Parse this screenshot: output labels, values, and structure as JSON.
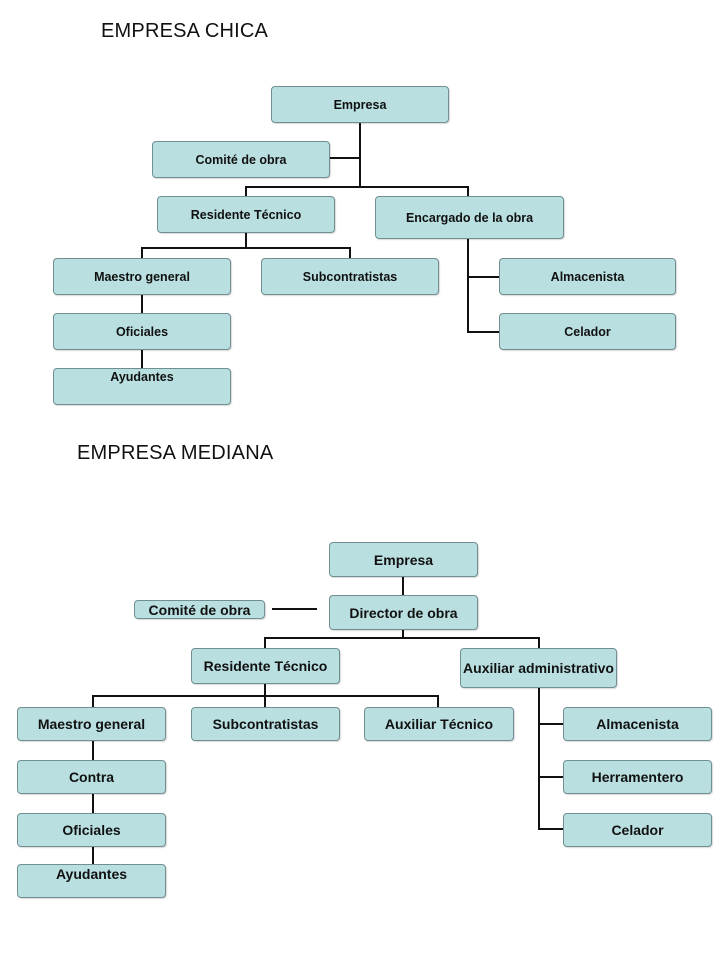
{
  "chica": {
    "title": "EMPRESA CHICA",
    "empresa": "Empresa",
    "comite": "Comité de obra",
    "residente": "Residente Técnico",
    "encargado": "Encargado de la obra",
    "maestro": "Maestro general",
    "subcontratistas": "Subcontratistas",
    "almacenista": "Almacenista",
    "celador": "Celador",
    "oficiales": "Oficiales",
    "ayudantes": "Ayudantes"
  },
  "mediana": {
    "title": "EMPRESA MEDIANA",
    "empresa": "Empresa",
    "comite": "Comité de obra",
    "director": "Director de obra",
    "residente": "Residente Técnico",
    "auxiliar_admin": "Auxiliar administrativo",
    "maestro": "Maestro general",
    "subcontratistas": "Subcontratistas",
    "auxiliar_tecnico": "Auxiliar Técnico",
    "almacenista": "Almacenista",
    "contra": "Contra",
    "herramentero": "Herramentero",
    "oficiales": "Oficiales",
    "celador": "Celador",
    "ayudantes": "Ayudantes"
  },
  "colors": {
    "box_fill": "#b9dfe0",
    "box_border": "#6f8f91",
    "connector": "#111111"
  }
}
